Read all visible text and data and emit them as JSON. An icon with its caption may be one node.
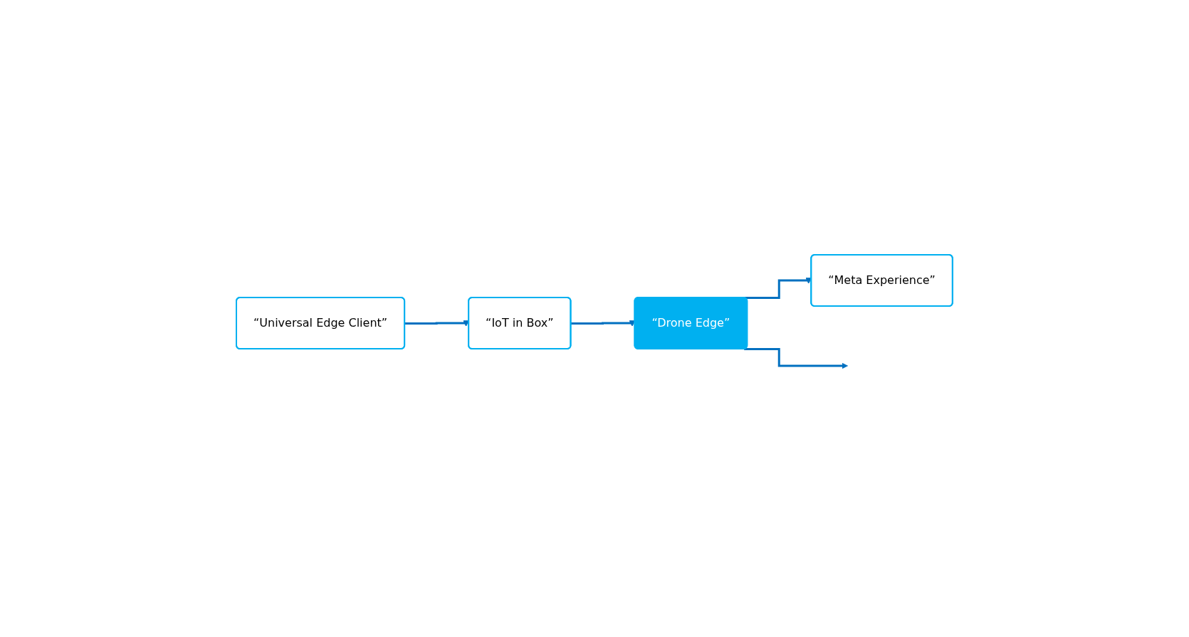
{
  "diagram": {
    "nodes": [
      {
        "text": [
          "“Universal Edge Client”"
        ]
      },
      {
        "text": [
          "“IoT in Box”"
        ]
      },
      {
        "text": [
          "“Drone Edge”"
        ]
      },
      {
        "text": [
          "“Meta Experience”"
        ]
      }
    ],
    "edges": [
      {
        "from": 0,
        "to": 1,
        "arrow": "to"
      },
      {
        "from": 1,
        "to": 2,
        "arrow": "to"
      },
      {
        "from": 2,
        "to": 3,
        "arrow": "to"
      },
      {
        "from": 2,
        "to": null,
        "arrow": "to"
      }
    ]
  }
}
